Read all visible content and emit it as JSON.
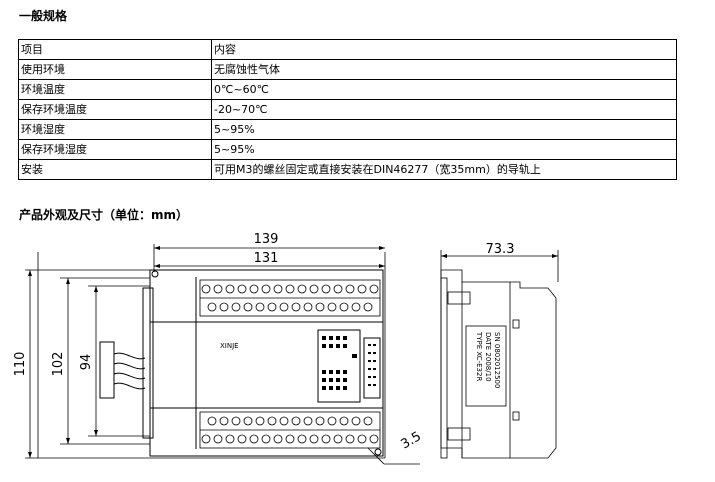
{
  "section_general": {
    "title": "一般规格"
  },
  "spec_table": {
    "rows": [
      {
        "item": "项目",
        "content": "内容"
      },
      {
        "item": "使用环境",
        "content": "无腐蚀性气体"
      },
      {
        "item": "环境温度",
        "content": "0℃~60℃"
      },
      {
        "item": "保存环境温度",
        "content": "-20~70℃"
      },
      {
        "item": "环境湿度",
        "content": "5~95%"
      },
      {
        "item": "保存环境湿度",
        "content": "5~95%"
      },
      {
        "item": "安装",
        "content": "可用M3的螺丝固定或直接安装在DIN46277（宽35mm）的导轨上"
      }
    ]
  },
  "section_dimensions": {
    "title": "产品外观及尺寸（单位：mm）"
  },
  "drawing": {
    "front": {
      "width_overall": "139",
      "width_holes": "131",
      "height_overall": "110",
      "height_body": "102",
      "height_rail": "94",
      "offset": "3.5",
      "brand": "XINJE"
    },
    "side": {
      "depth": "73.3",
      "label_lines": [
        "TYPE XC-E32R",
        "DATE 2008/10",
        "SN 0802012500"
      ]
    }
  }
}
